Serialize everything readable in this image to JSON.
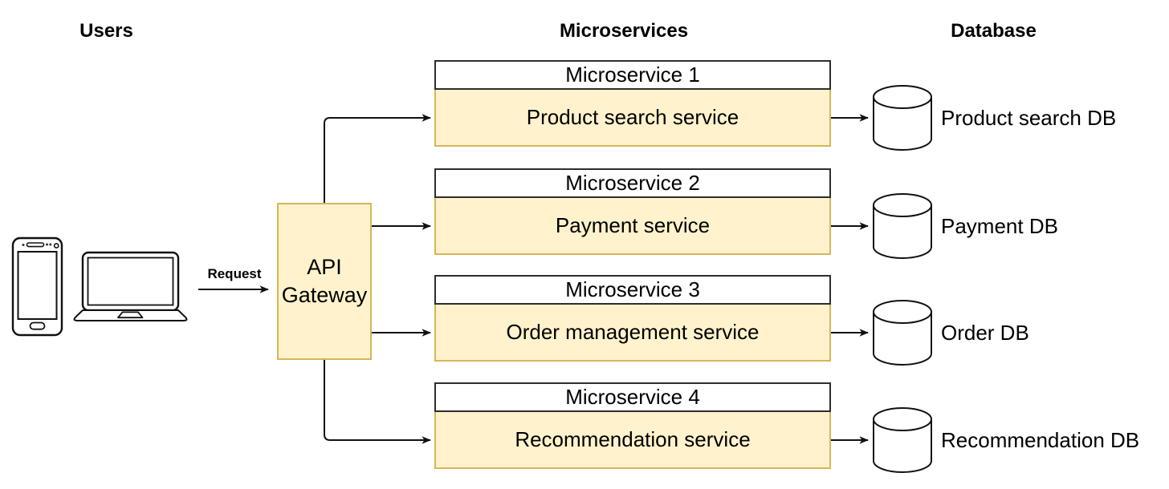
{
  "headers": {
    "users": "Users",
    "microservices": "Microservices",
    "database": "Database"
  },
  "request": {
    "label": "Request"
  },
  "api_gateway": {
    "lines": [
      "API",
      "Gateway"
    ]
  },
  "microservices": [
    {
      "title": "Microservice 1",
      "service": "Product search service"
    },
    {
      "title": "Microservice 2",
      "service": "Payment service"
    },
    {
      "title": "Microservice 3",
      "service": "Order management service"
    },
    {
      "title": "Microservice 4",
      "service": "Recommendation service"
    }
  ],
  "databases": [
    {
      "label": "Product search DB"
    },
    {
      "label": "Payment DB"
    },
    {
      "label": "Order DB"
    },
    {
      "label": "Recommendation DB"
    }
  ],
  "icons": {
    "devices": [
      "smartphone-icon",
      "laptop-icon"
    ],
    "database": "database-cylinder-icon",
    "connector": "arrow-right-icon"
  },
  "colors": {
    "background": "#FFFFFF",
    "text": "#000000",
    "node_fill": "#FFF2CC",
    "node_border": "#D6B656",
    "title_fill": "#FFFFFF",
    "title_border": "#2D2D2D",
    "connector": "#111111"
  }
}
